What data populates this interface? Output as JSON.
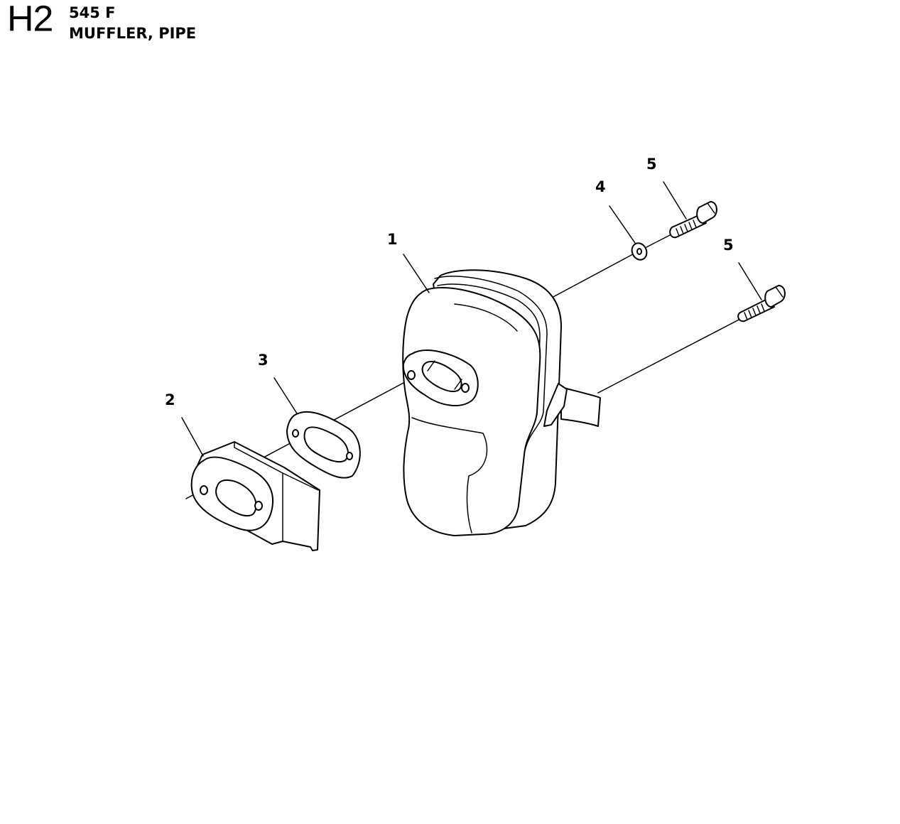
{
  "header": {
    "section_code": "H2",
    "model": "545 F",
    "title": "MUFFLER, PIPE"
  },
  "callouts": [
    {
      "id": "callout-1",
      "number": "1",
      "part": "muffler"
    },
    {
      "id": "callout-2",
      "number": "2",
      "part": "heat-shield-plate"
    },
    {
      "id": "callout-3",
      "number": "3",
      "part": "gasket"
    },
    {
      "id": "callout-4",
      "number": "4",
      "part": "washer"
    },
    {
      "id": "callout-5a",
      "number": "5",
      "part": "screw-upper"
    },
    {
      "id": "callout-5b",
      "number": "5",
      "part": "screw-lower"
    }
  ]
}
